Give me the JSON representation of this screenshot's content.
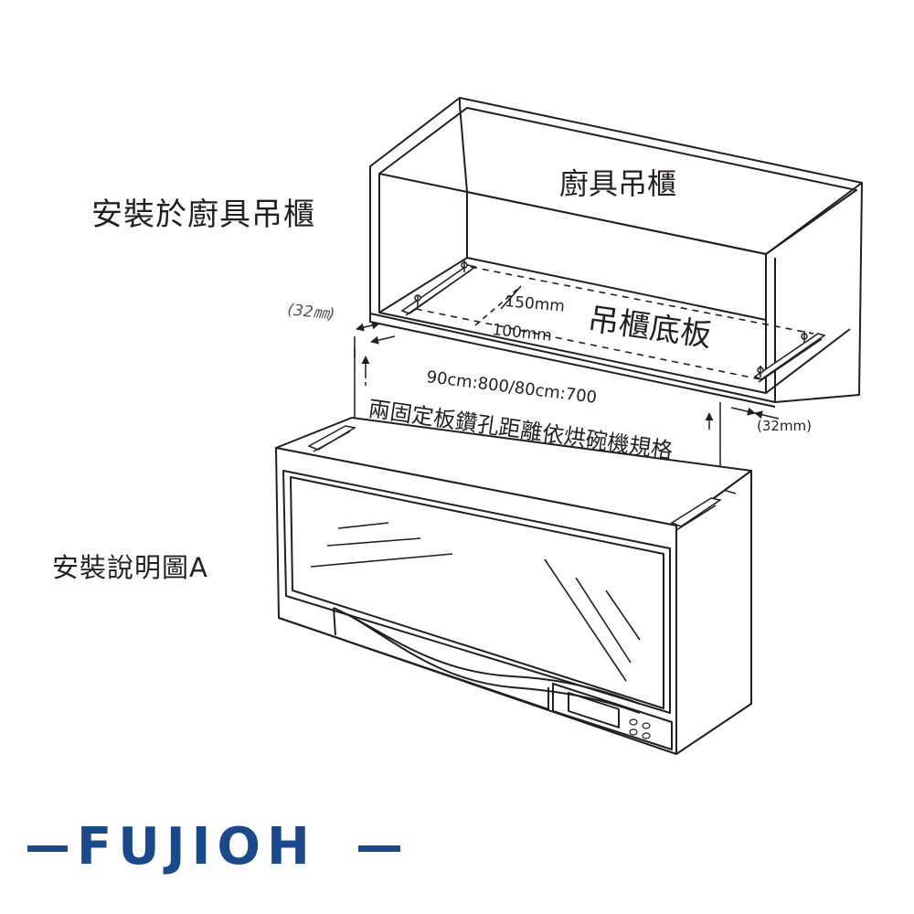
{
  "labels": {
    "install_on_cabinet": "安裝於廚具吊櫃",
    "installation_figure": "安裝說明圖A",
    "cabinet": "廚具吊櫃",
    "cabinet_bottom": "吊櫃底板",
    "depth_150": "150mm",
    "depth_100": "100mm",
    "gap_left": "(32㎜)",
    "gap_right": "(32mm)",
    "width_spec": "90cm:800/80cm:700",
    "hole_spacing_note": "兩固定板鑽孔距離依烘碗機規格"
  },
  "brand": {
    "name": "FUJIOH",
    "text_color": "#1a4a8c",
    "accent_color": "#1a4a8c"
  },
  "colors": {
    "line": "#231f20",
    "background": "#ffffff"
  }
}
